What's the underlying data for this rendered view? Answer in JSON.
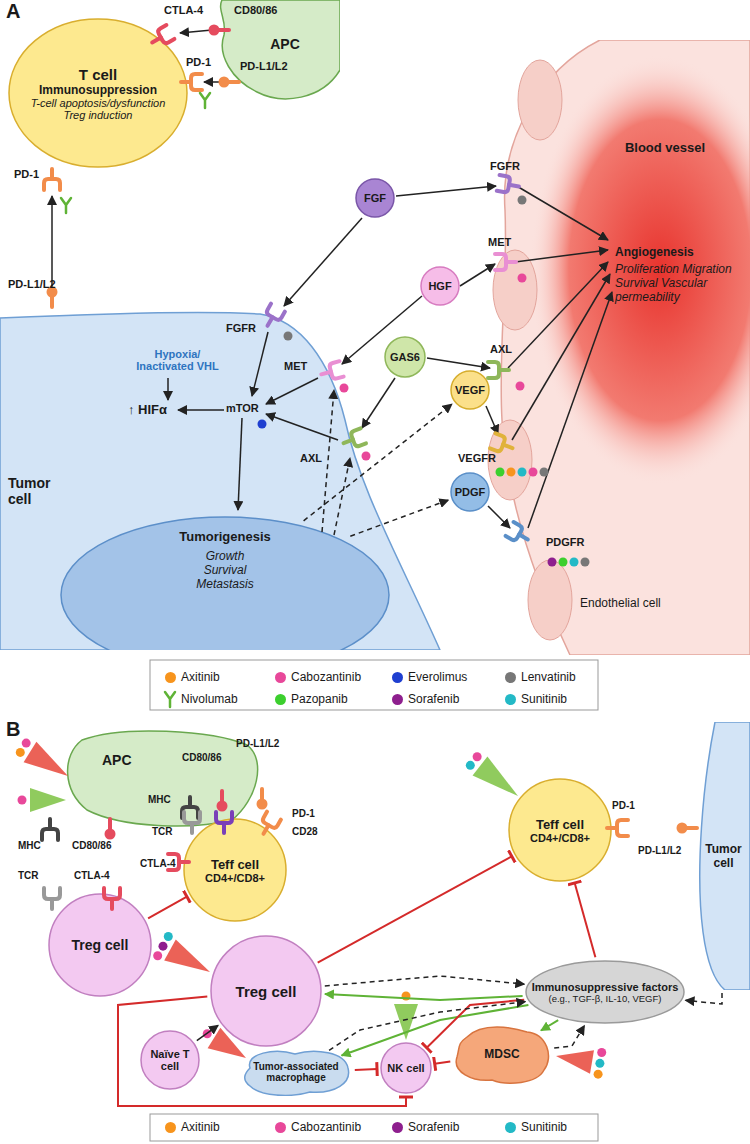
{
  "diagram": {
    "nodes": [
      {
        "text": [
          "T cell",
          "Immunosuppression",
          "T-cell apoptosis/dysfunction",
          "Treg induction"
        ]
      },
      {
        "text": [
          "APC"
        ]
      },
      {
        "text": [
          "Tumor cell"
        ]
      },
      {
        "text": [
          "Tumorigenesis",
          "Growth Survival Metastasis"
        ],
        "in": 2
      },
      {
        "text": [
          "Blood vessel",
          "Angiogenesis",
          "Proliferation Migration Survival Vascular permeability",
          "Endothelial cell"
        ]
      },
      {
        "text": [
          "FGF"
        ]
      },
      {
        "text": [
          "HGF"
        ]
      },
      {
        "text": [
          "GAS6"
        ]
      },
      {
        "text": [
          "VEGF"
        ]
      },
      {
        "text": [
          "PDGF"
        ]
      },
      {
        "text": [
          "APC"
        ]
      },
      {
        "text": [
          "Treg cell"
        ]
      },
      {
        "text": [
          "Teff cell",
          "CD4+/CD8+"
        ]
      },
      {
        "text": [
          "Teff cell",
          "CD4+/CD8+"
        ]
      },
      {
        "text": [
          "Tumor cell"
        ]
      },
      {
        "text": [
          "Treg cell"
        ]
      },
      {
        "text": [
          "Naïve T cell"
        ]
      },
      {
        "text": [
          "Tumor-associated macrophage"
        ]
      },
      {
        "text": [
          "NK cell"
        ]
      },
      {
        "text": [
          "MDSC"
        ]
      },
      {
        "text": [
          "Immunosuppressive factors",
          "(e.g., TGF-β, IL-10, VEGF)"
        ]
      }
    ],
    "edges": [
      {
        "from": 3,
        "to": 8,
        "arrow": "to"
      },
      {
        "from": 3,
        "to": 9,
        "arrow": "to"
      },
      {
        "from": 11,
        "to": 12,
        "arrow": "to"
      },
      {
        "from": 16,
        "to": 15,
        "arrow": "to"
      },
      {
        "from": 15,
        "to": 13,
        "arrow": "to"
      },
      {
        "from": 15,
        "to": 18,
        "arrow": "to"
      },
      {
        "from": 15,
        "to": 20,
        "arrow": "to"
      },
      {
        "from": 20,
        "to": 15,
        "arrow": "to"
      },
      {
        "from": 20,
        "to": 17,
        "arrow": "to"
      },
      {
        "from": 20,
        "to": 19,
        "arrow": "to"
      },
      {
        "from": 20,
        "to": 18,
        "arrow": "to"
      },
      {
        "from": 20,
        "to": 13,
        "arrow": "to"
      },
      {
        "from": 17,
        "to": 20,
        "arrow": "to"
      },
      {
        "from": 19,
        "to": 20,
        "arrow": "to"
      },
      {
        "from": 14,
        "to": 20,
        "arrow": "to"
      },
      {
        "from": 17,
        "to": 18,
        "arrow": "to"
      },
      {
        "from": 19,
        "to": 18,
        "arrow": "to"
      }
    ],
    "labels": [
      "A",
      "CTLA-4",
      "CD80/86",
      "PD-1",
      "PD-L1/L2",
      "PD-1",
      "PD-L1/L2",
      "FGFR",
      "FGFR",
      "Hypoxia/ Inactivated VHL",
      "MET",
      "MET",
      "↑ HIFα",
      "mTOR",
      "AXL",
      "AXL",
      "VEGFR",
      "PDGFR",
      "B",
      "CD80/86",
      "PD-L1/L2",
      "MHC",
      "CD28",
      "PD-1",
      "TCR",
      "CTLA-4",
      "MHC",
      "CD80/86",
      "TCR",
      "CTLA-4",
      "PD-1",
      "PD-L1/L2"
    ],
    "legend": [
      {
        "text": "Axitinib",
        "color": "#f7941d"
      },
      {
        "text": "Cabozantinib",
        "color": "#e8489a"
      },
      {
        "text": "Everolimus",
        "color": "#1f3fd0"
      },
      {
        "text": "Lenvatinib",
        "color": "#777777"
      },
      {
        "text": "Nivolumab"
      },
      {
        "text": "Pazopanib",
        "color": "#3ccf2e"
      },
      {
        "text": "Sorafenib",
        "color": "#8e1f8e"
      },
      {
        "text": "Sunitinib",
        "color": "#23b9c6"
      },
      {
        "text": "Axitinib",
        "color": "#f7941d"
      },
      {
        "text": "Cabozantinib",
        "color": "#e8489a"
      },
      {
        "text": "Sorafenib",
        "color": "#8e1f8e"
      },
      {
        "text": "Sunitinib",
        "color": "#23b9c6"
      }
    ]
  }
}
